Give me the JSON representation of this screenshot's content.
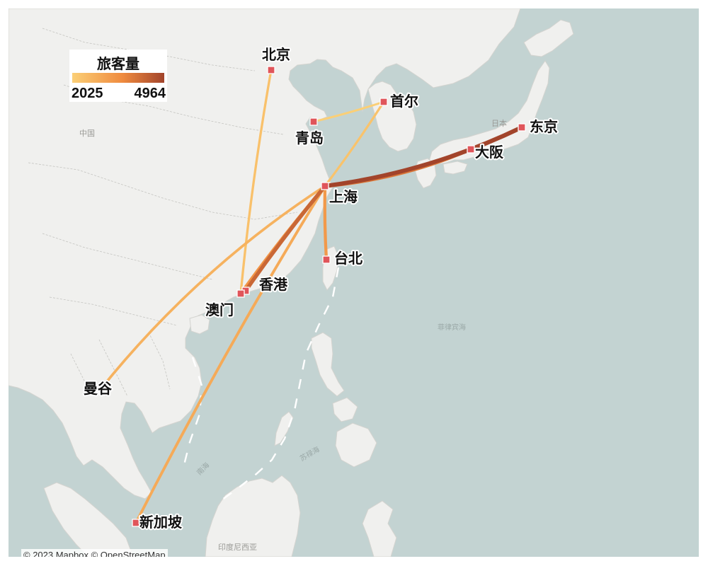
{
  "legend": {
    "title": "旅客量",
    "min_label": "2025",
    "max_label": "4964",
    "min_value": 2025,
    "max_value": 4964,
    "color_low": "#fbcf76",
    "color_mid": "#ef8a3e",
    "color_high": "#a2442b"
  },
  "map_labels": {
    "china": "中国",
    "japan": "日本",
    "philippine_sea": "菲律宾海",
    "sulu_sea": "苏禄海",
    "south_sea": "南海",
    "indonesia": "印度尼西亚"
  },
  "attribution": "© 2023 Mapbox © OpenStreetMap",
  "cities": {
    "beijing": {
      "name": "北京"
    },
    "seoul": {
      "name": "首尔"
    },
    "qingdao": {
      "name": "青岛"
    },
    "tokyo": {
      "name": "东京"
    },
    "osaka": {
      "name": "大阪"
    },
    "shanghai": {
      "name": "上海"
    },
    "taipei": {
      "name": "台北"
    },
    "hongkong": {
      "name": "香港"
    },
    "macau": {
      "name": "澳门"
    },
    "bangkok": {
      "name": "曼谷"
    },
    "singapore": {
      "name": "新加坡"
    }
  },
  "routes": [
    {
      "from": "上海",
      "to": "东京",
      "passengers": 4964
    },
    {
      "from": "上海",
      "to": "大阪",
      "passengers": 4000
    },
    {
      "from": "上海",
      "to": "香港",
      "passengers": 4300
    },
    {
      "from": "上海",
      "to": "澳门",
      "passengers": 3400
    },
    {
      "from": "上海",
      "to": "台北",
      "passengers": 3300
    },
    {
      "from": "上海",
      "to": "新加坡",
      "passengers": 2900
    },
    {
      "from": "上海",
      "to": "曼谷",
      "passengers": 2700
    },
    {
      "from": "上海",
      "to": "首尔",
      "passengers": 2300
    },
    {
      "from": "北京",
      "to": "澳门",
      "passengers": 2350
    },
    {
      "from": "青岛",
      "to": "首尔",
      "passengers": 2025
    }
  ]
}
